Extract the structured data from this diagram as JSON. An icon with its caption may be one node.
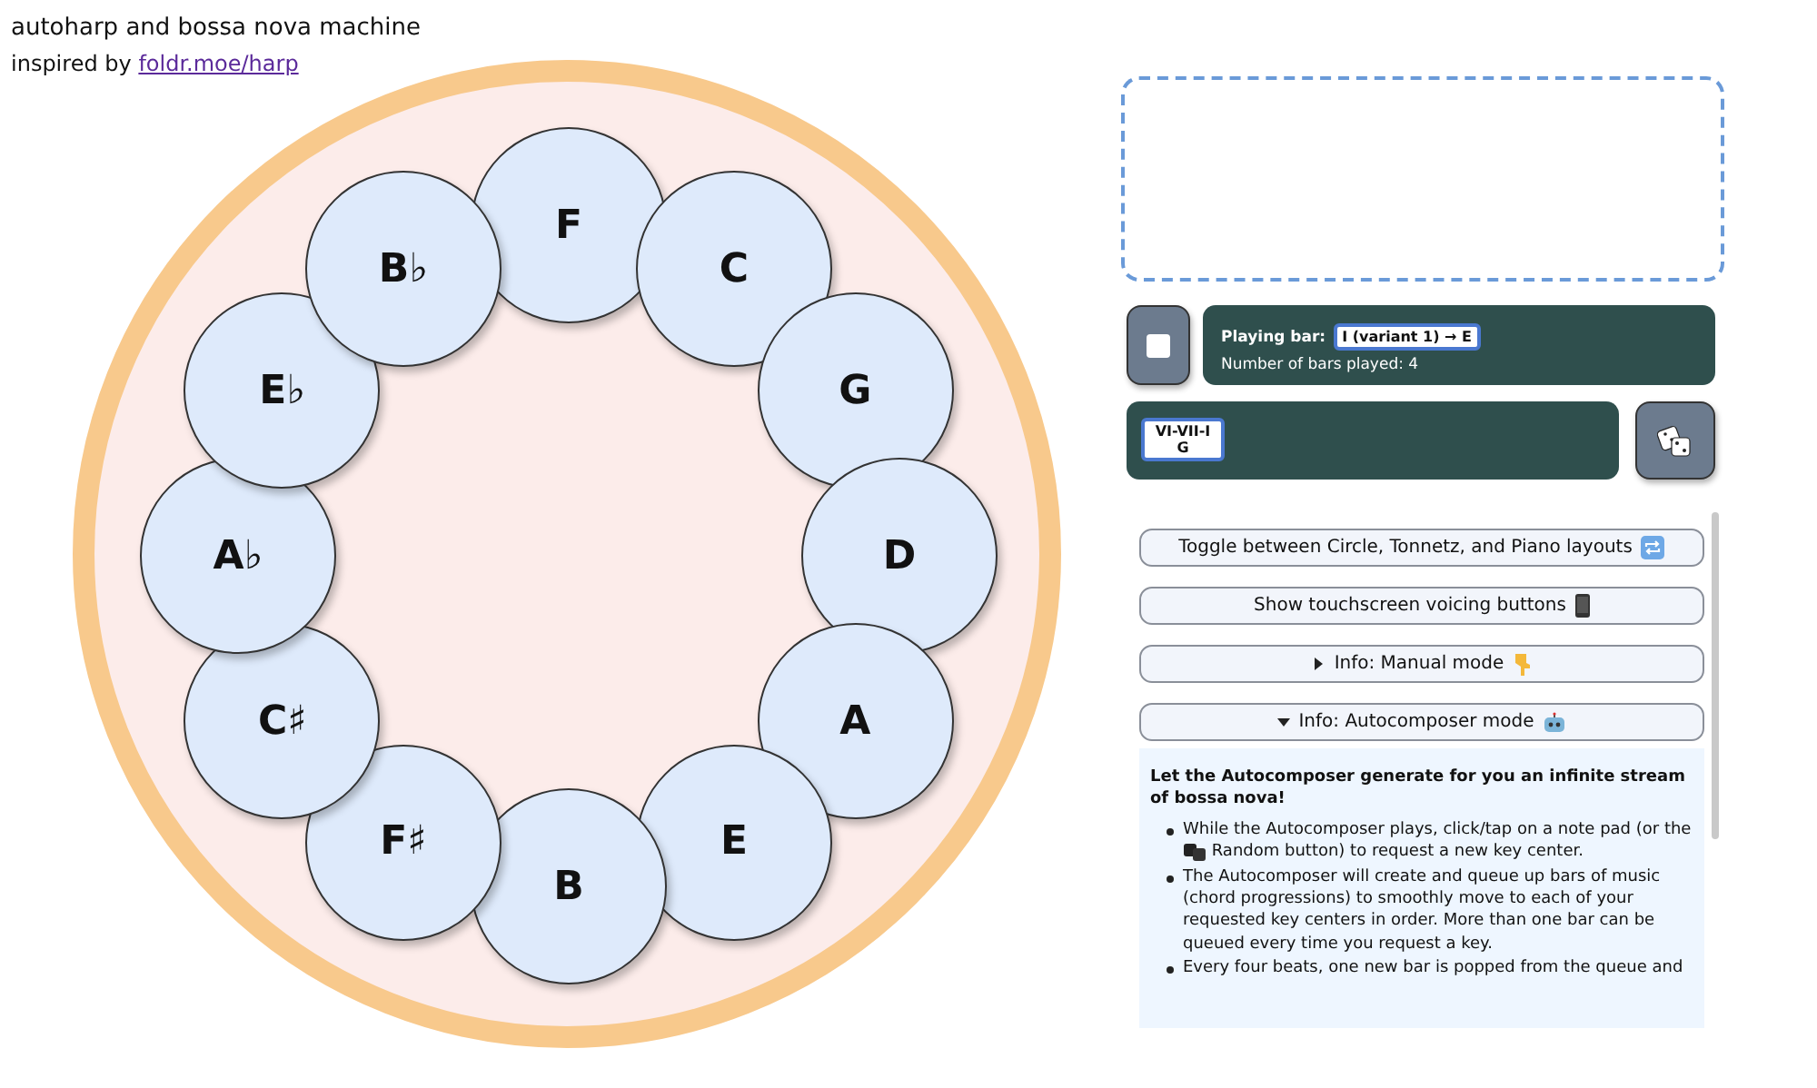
{
  "diagram": {
    "title": "autoharp and bossa nova machine",
    "nodes": [
      {
        "text": [],
        "shape": "circle"
      },
      {
        "text": [
          "F"
        ],
        "in": 0
      },
      {
        "text": [
          "C"
        ],
        "in": 0
      },
      {
        "text": [
          "G"
        ],
        "in": 0
      },
      {
        "text": [
          "D"
        ],
        "in": 0
      },
      {
        "text": [
          "A"
        ],
        "in": 0
      },
      {
        "text": [
          "E"
        ],
        "in": 0
      },
      {
        "text": [
          "B"
        ],
        "in": 0
      },
      {
        "text": [
          "F♯"
        ],
        "in": 0
      },
      {
        "text": [
          "C♯"
        ],
        "in": 0
      },
      {
        "text": [
          "A♭"
        ],
        "in": 0
      },
      {
        "text": [
          "E♭"
        ],
        "in": 0
      },
      {
        "text": [
          "B♭"
        ],
        "in": 0
      },
      {
        "text": [],
        "shape": "box"
      }
    ],
    "labels": [
      "inspired by",
      "foldr.moe/harp",
      "Playing bar:",
      "I (variant 1) → E",
      "Number of bars played: 4",
      "VI-VII-I G",
      "Toggle between Circle, Tonnetz, and Piano layouts",
      "Show touchscreen voicing buttons",
      "Info: Manual mode",
      "Info: Autocomposer mode",
      "Let the Autocomposer generate for you an infinite stream of bossa nova!",
      "While the Autocomposer plays, click/tap on a note pad (or the",
      "Random button) to request a new key center.",
      "The Autocomposer will create and queue up bars of music (chord progressions) to smoothly move to each of your requested key centers in order. More than one bar can be queued every time you request a key.",
      "Every four beats, one new bar is popped from the queue and"
    ]
  }
}
